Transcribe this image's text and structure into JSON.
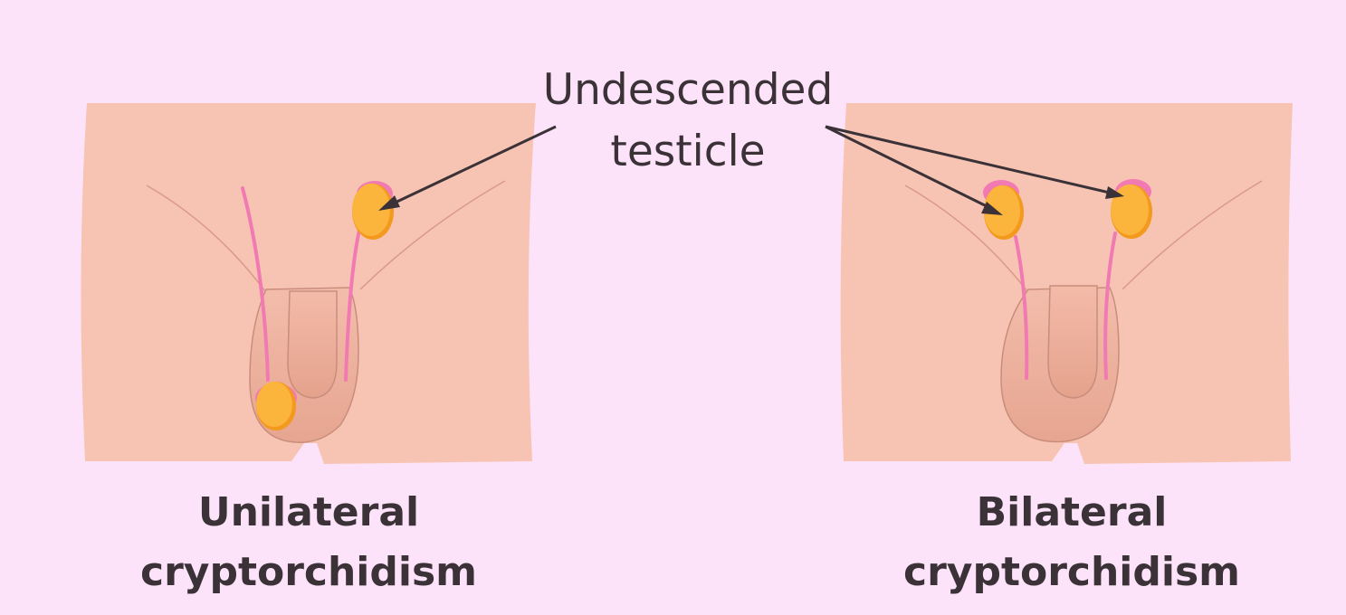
{
  "callout": {
    "line1": "Undescended",
    "line2": "testicle"
  },
  "left_panel": {
    "caption_line1": "Unilateral",
    "caption_line2": "cryptorchidism"
  },
  "right_panel": {
    "caption_line1": "Bilateral",
    "caption_line2": "cryptorchidism"
  },
  "colors": {
    "background": "#fde3f9",
    "skin": "#f7c4b4",
    "skin_shadow": "#ecad99",
    "outline": "#c98d7c",
    "testicle": "#fbb43c",
    "testicle_dark": "#f39a1e",
    "epididymis": "#f27ab3",
    "text": "#3b3238"
  }
}
